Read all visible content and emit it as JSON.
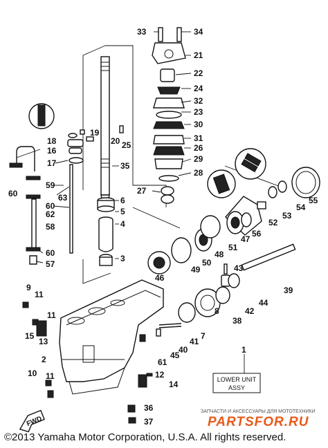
{
  "diagram_type": "exploded parts diagram",
  "box_label": {
    "line1": "LOWER UNIT",
    "line2": "ASSY",
    "number": "1"
  },
  "fwd_label": "FWD",
  "copyright": "©2013 Yamaha Motor Corporation, U.S.A. All rights reserved.",
  "watermark": {
    "caption": "ЗАПЧАСТИ И АКСЕССУАРЫ ДЛЯ МОТОТЕХНИКИ",
    "logo": "PARTSFOR.RU"
  },
  "callouts": {
    "n2": "2",
    "n3": "3",
    "n4": "4",
    "n5": "5",
    "n6": "6",
    "n7": "7",
    "n8": "8",
    "n9": "9",
    "n10": "10",
    "n11a": "11",
    "n11b": "11",
    "n12": "12",
    "n13": "13",
    "n14": "14",
    "n15": "15",
    "n16": "16",
    "n17": "17",
    "n18": "18",
    "n19": "19",
    "n20": "20",
    "n21": "21",
    "n22": "22",
    "n23": "23",
    "n24": "24",
    "n25": "25",
    "n26": "26",
    "n27": "27",
    "n28": "28",
    "n29": "29",
    "n30": "30",
    "n31": "31",
    "n32": "32",
    "n33": "33",
    "n34": "34",
    "n35": "35",
    "n36": "36",
    "n37": "37",
    "n38": "38",
    "n39": "39",
    "n40": "40",
    "n41": "41",
    "n42": "42",
    "n43": "43",
    "n44": "44",
    "n45": "45",
    "n46": "46",
    "n47": "47",
    "n48": "48",
    "n49": "49",
    "n50": "50",
    "n51": "51",
    "n52": "52",
    "n53": "53",
    "n54": "54",
    "n55": "55",
    "n56": "56",
    "n57": "57",
    "n58": "58",
    "n59": "59",
    "n60a": "60",
    "n60b": "60",
    "n60c": "60",
    "n61": "61",
    "n62": "62",
    "n63": "63"
  }
}
